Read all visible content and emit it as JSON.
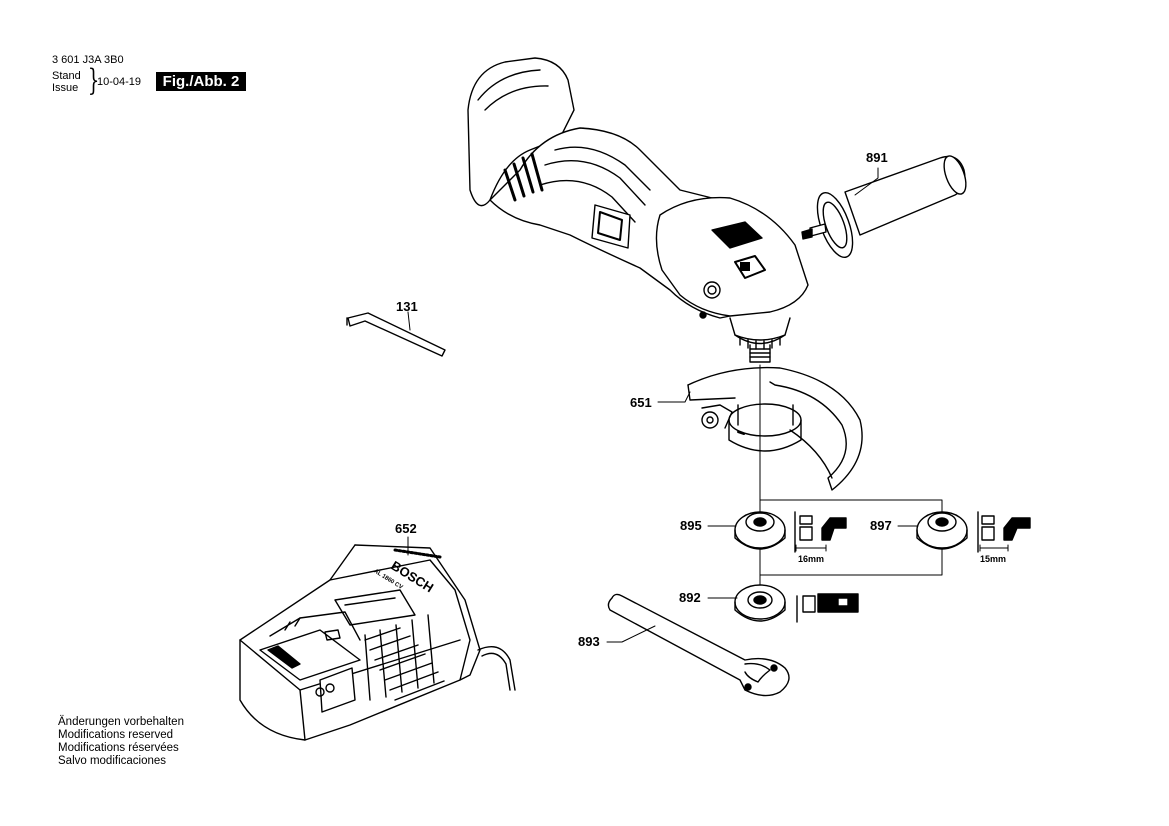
{
  "header": {
    "document_number": "3 601 J3A 3B0",
    "stand_label": "Stand",
    "issue_label": "Issue",
    "date": "10-04-19",
    "figure_label": "Fig./Abb. 2"
  },
  "parts": {
    "p891": "891",
    "p131": "131",
    "p651": "651",
    "p895": "895",
    "p897": "897",
    "p892": "892",
    "p893": "893",
    "p652": "652"
  },
  "dimensions": {
    "d895": "16mm",
    "d897": "15mm"
  },
  "charger": {
    "brand": "BOSCH",
    "model": "AL 1860 CV"
  },
  "notes": [
    "Änderungen vorbehalten",
    "Modifications reserved",
    "Modifications réservées",
    "Salvo modificaciones"
  ]
}
